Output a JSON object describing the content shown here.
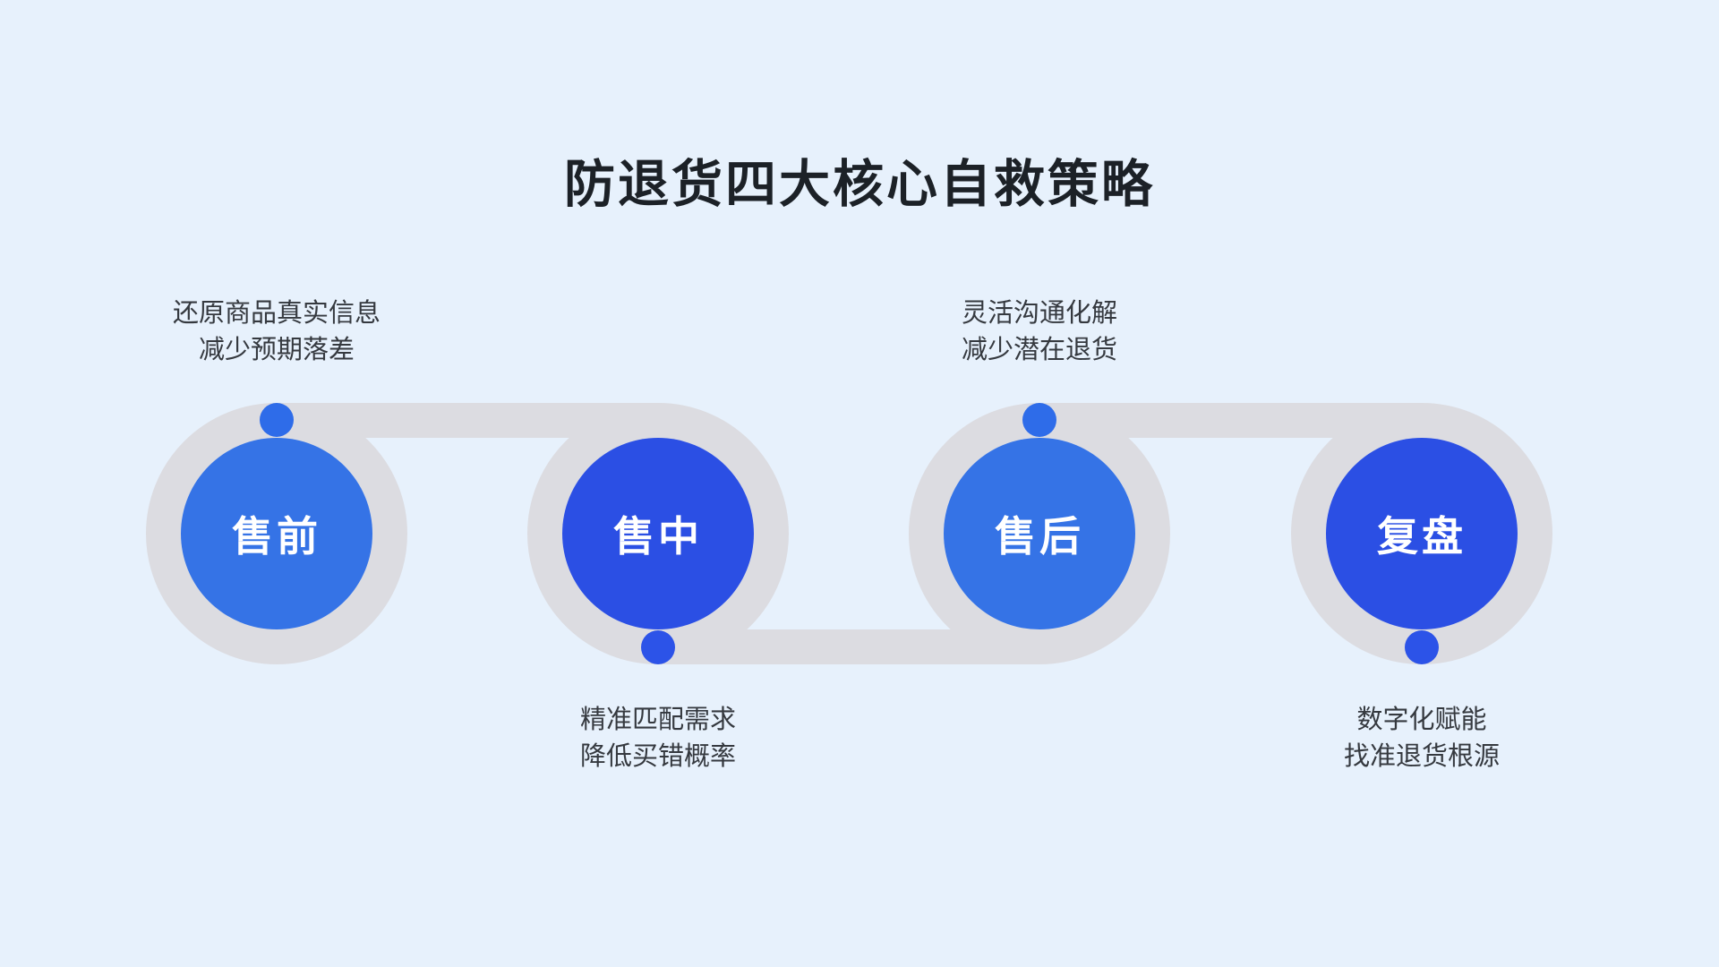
{
  "page": {
    "background": "#E7F1FC"
  },
  "title": {
    "text": "防退货四大核心自救策略",
    "color": "#1C2127"
  },
  "track": {
    "color": "#DCDCE1"
  },
  "captions": {
    "color": "#35393F"
  },
  "stages": [
    {
      "label": "售前",
      "circle_color": "#3573E6",
      "dot_color": "#2E6CE9",
      "dot_position": "top",
      "caption_position": "above",
      "caption_line1": "还原商品真实信息",
      "caption_line2": "减少预期落差"
    },
    {
      "label": "售中",
      "circle_color": "#2B4FE4",
      "dot_color": "#2C53E8",
      "dot_position": "bottom",
      "caption_position": "below",
      "caption_line1": "精准匹配需求",
      "caption_line2": "降低买错概率"
    },
    {
      "label": "售后",
      "circle_color": "#3573E6",
      "dot_color": "#2E6CE9",
      "dot_position": "top",
      "caption_position": "above",
      "caption_line1": "灵活沟通化解",
      "caption_line2": "减少潜在退货"
    },
    {
      "label": "复盘",
      "circle_color": "#2B4FE4",
      "dot_color": "#2C53E8",
      "dot_position": "bottom",
      "caption_position": "below",
      "caption_line1": "数字化赋能",
      "caption_line2": "找准退货根源"
    }
  ]
}
